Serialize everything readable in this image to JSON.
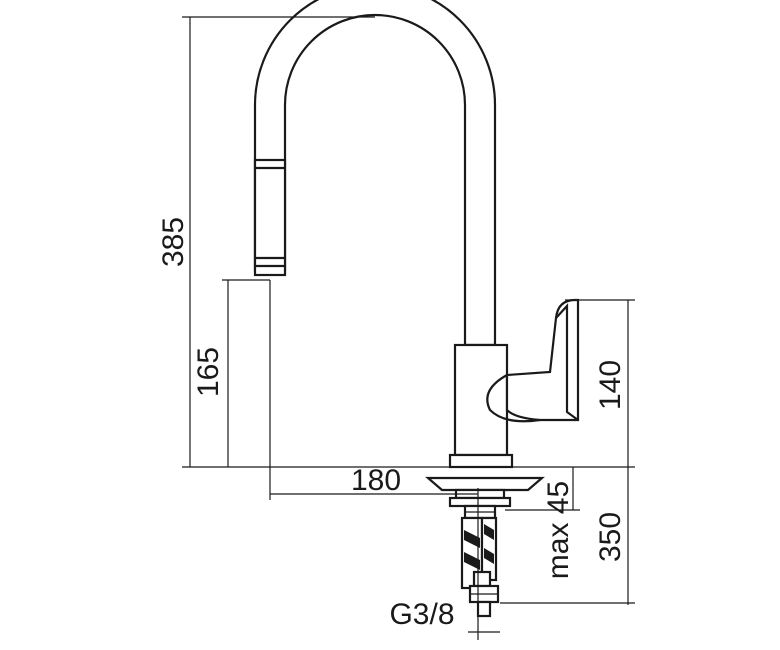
{
  "dimensions": {
    "total_height": "385",
    "spout_height": "165",
    "reach": "180",
    "deck_thickness": "max 45",
    "lever_height": "140",
    "hose_length": "350",
    "thread": "G3/8"
  }
}
